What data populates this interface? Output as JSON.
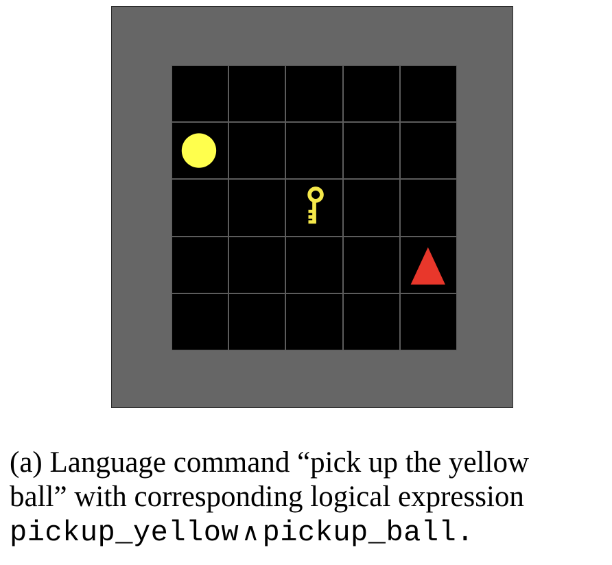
{
  "environment": {
    "grid_size": 5,
    "objects": [
      {
        "type": "ball",
        "color": "#ffff4d",
        "col": 0,
        "row": 1,
        "icon": "ball-icon"
      },
      {
        "type": "key",
        "color": "#f5e84a",
        "col": 2,
        "row": 2,
        "icon": "key-icon"
      },
      {
        "type": "triangle",
        "color": "#e8372b",
        "col": 4,
        "row": 3,
        "icon": "triangle-icon"
      }
    ]
  },
  "caption": {
    "label": "(a)",
    "line1": "Language command “pick up the yellow",
    "line2": "ball” with corresponding logical expression",
    "expr_left": "pickup_yellow",
    "operator": "∧",
    "expr_right": "pickup_ball",
    "end": "."
  }
}
